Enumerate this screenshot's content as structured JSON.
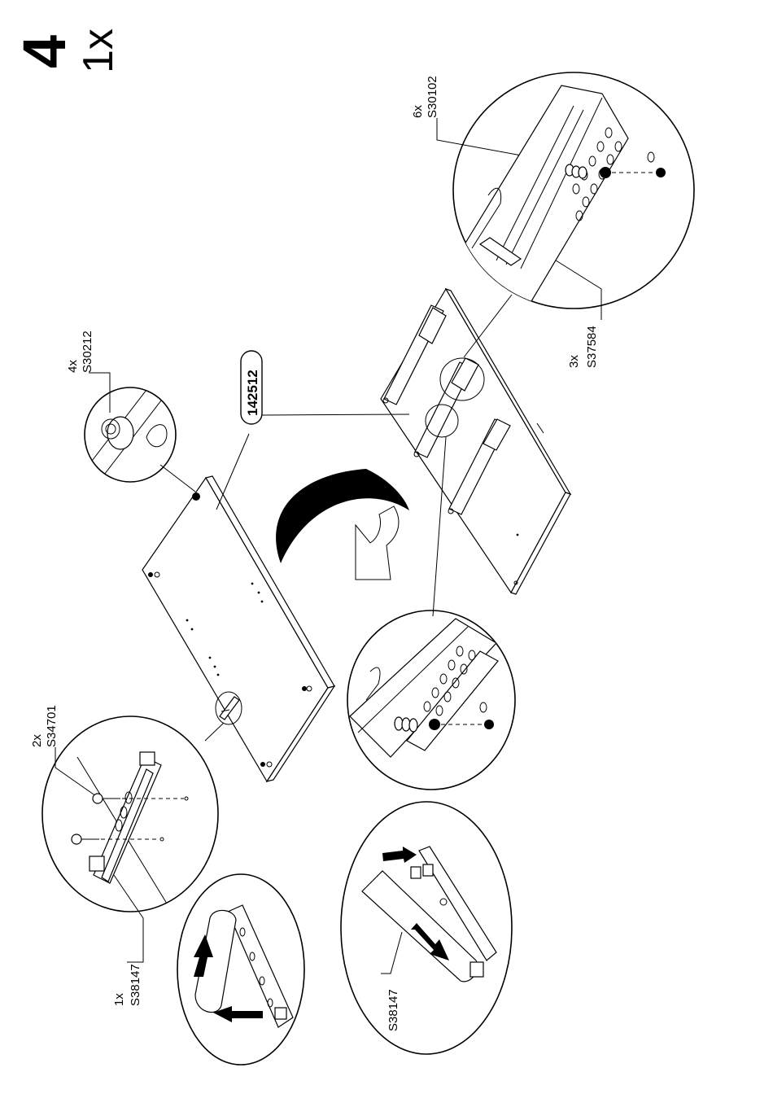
{
  "step": {
    "number": "4",
    "quantity": "1x"
  },
  "part_id": "142512",
  "callouts": {
    "cam_lock": {
      "qty": "4x",
      "code": "S30212"
    },
    "screw": {
      "qty": "2x",
      "code": "S34701"
    },
    "cover_strip": {
      "qty": "1x",
      "code": "S38147"
    },
    "cover_strip_bottom": {
      "code": "S38147"
    },
    "dowel": {
      "qty": "6x",
      "code": "S30102"
    },
    "runner": {
      "qty": "3x",
      "code": "S37584"
    }
  }
}
